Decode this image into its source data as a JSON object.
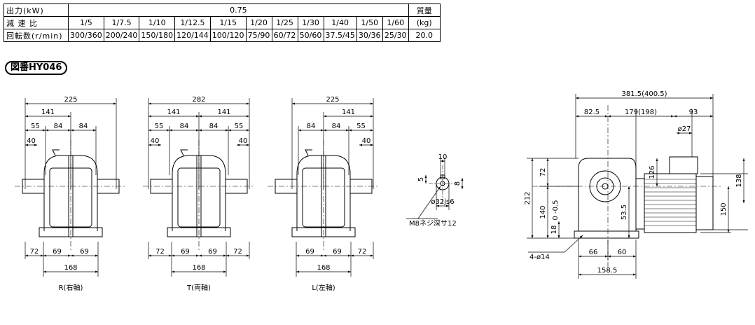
{
  "table": {
    "output_label": "出力(kW)",
    "output_value": "0.75",
    "mass_label": "質量",
    "mass_unit": "(kg)",
    "ratio_label": "減 速 比",
    "speed_label": "回転数(r/min)",
    "ratios": [
      "1/5",
      "1/7.5",
      "1/10",
      "1/12.5",
      "1/15",
      "1/20",
      "1/25",
      "1/30",
      "1/40",
      "1/50",
      "1/60"
    ],
    "speeds": [
      "300/360",
      "200/240",
      "150/180",
      "120/144",
      "100/120",
      "75/90",
      "60/72",
      "50/60",
      "37.5/45",
      "30/36",
      "25/30"
    ],
    "mass_value": "20.0"
  },
  "figure_no": "図番HY046",
  "views": {
    "r": {
      "caption": "R(右軸)",
      "dims": {
        "total": "225",
        "half": "141",
        "a55": "55",
        "a84a": "84",
        "a84b": "84",
        "a40": "40",
        "b72": "72",
        "b69a": "69",
        "b69b": "69",
        "b168": "168"
      }
    },
    "t": {
      "caption": "T(両軸)",
      "dims": {
        "total": "282",
        "h1": "141",
        "h2": "141",
        "a55a": "55",
        "a84a": "84",
        "a84b": "84",
        "a55b": "55",
        "a40a": "40",
        "a40b": "40",
        "b72a": "72",
        "b69a": "69",
        "b69b": "69",
        "b72b": "72",
        "b168": "168"
      }
    },
    "l": {
      "caption": "L(左軸)",
      "dims": {
        "total": "225",
        "half": "141",
        "a84a": "84",
        "a84b": "84",
        "a55": "55",
        "a40": "40",
        "b69a": "69",
        "b69b": "69",
        "b72": "72",
        "b168": "168"
      }
    }
  },
  "shaft": {
    "d10": "10",
    "d5": "5",
    "d8": "8",
    "dia": "ø32js6",
    "tap": "M8ネジ深サ12"
  },
  "side": {
    "total": "381.5(400.5)",
    "d825": "82.5",
    "d179": "179(198)",
    "d93": "93",
    "d27": "ø27",
    "d212": "212",
    "d72": "72",
    "d140": "140",
    "tol": "0 -0.5",
    "d18": "18",
    "d126": "126",
    "d535": "53.5",
    "d138": "138",
    "d150": "150",
    "holes": "4-ø14",
    "d66": "66",
    "d60": "60",
    "d1585": "158.5"
  }
}
